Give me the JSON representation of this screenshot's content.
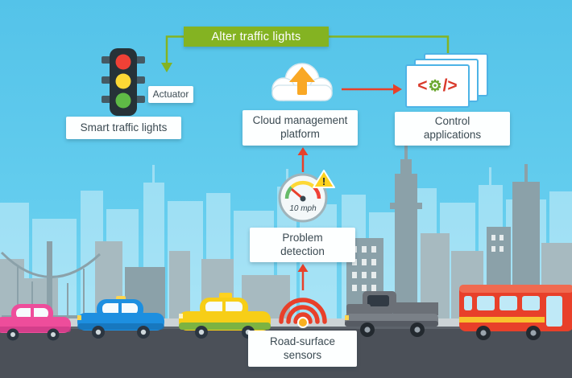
{
  "banner": {
    "label": "Alter traffic lights"
  },
  "nodes": {
    "smart_traffic_lights": {
      "label": "Smart traffic lights",
      "tag": "Actuator"
    },
    "cloud_platform": {
      "label": "Cloud management platform"
    },
    "control_applications": {
      "label": "Control applications"
    },
    "problem_detection": {
      "label": "Problem detection"
    },
    "road_surface_sensors": {
      "label": "Road-surface sensors"
    }
  },
  "gauge": {
    "reading": "10 mph",
    "warning_mark": "!"
  },
  "icons": {
    "code": {
      "open": "<",
      "gear": "⚙",
      "close": "/>"
    },
    "names": [
      "traffic-light-icon",
      "cloud-upload-icon",
      "code-pages-icon",
      "speedometer-icon",
      "warning-icon",
      "wifi-sensor-icon"
    ]
  },
  "flows": [
    {
      "from": "road_surface_sensors",
      "to": "problem_detection",
      "color": "red"
    },
    {
      "from": "problem_detection",
      "to": "cloud_platform",
      "color": "red"
    },
    {
      "from": "cloud_platform",
      "to": "control_applications",
      "color": "red"
    },
    {
      "from": "control_applications",
      "to": "alter_traffic_lights",
      "color": "green"
    },
    {
      "from": "alter_traffic_lights",
      "to": "smart_traffic_lights",
      "color": "green"
    }
  ],
  "colors": {
    "sky": "#58c6ea",
    "road": "#4b5058",
    "banner_green": "#84b322",
    "arrow_red": "#e8402a",
    "label_bg": "#fdffff",
    "label_text": "#3b4a52"
  }
}
